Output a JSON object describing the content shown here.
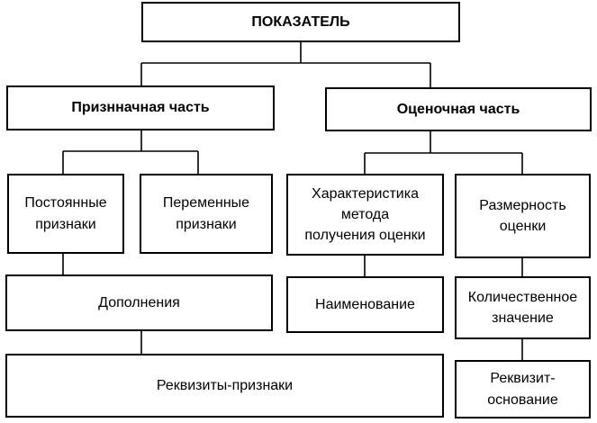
{
  "diagram": {
    "root": {
      "label": "ПОКАЗАТЕЛЬ"
    },
    "left_branch": {
      "label": "Признначная часть",
      "children": [
        {
          "label": "Постоянные\nпризнаки"
        },
        {
          "label": "Переменные\nпризнаки"
        }
      ],
      "additions": {
        "label": "Дополнения"
      },
      "requisites": {
        "label": "Реквизиты-признаки"
      }
    },
    "right_branch": {
      "label": "Оценочная часть",
      "children": [
        {
          "label": "Характеристика\nметода\nполучения оценки"
        },
        {
          "label": "Размерность\nоценки"
        }
      ],
      "name": {
        "label": "Наименование"
      },
      "quantity": {
        "label": "Количественное\nзначение"
      },
      "base_requisite": {
        "label": "Реквизит-\nоснование"
      }
    }
  }
}
